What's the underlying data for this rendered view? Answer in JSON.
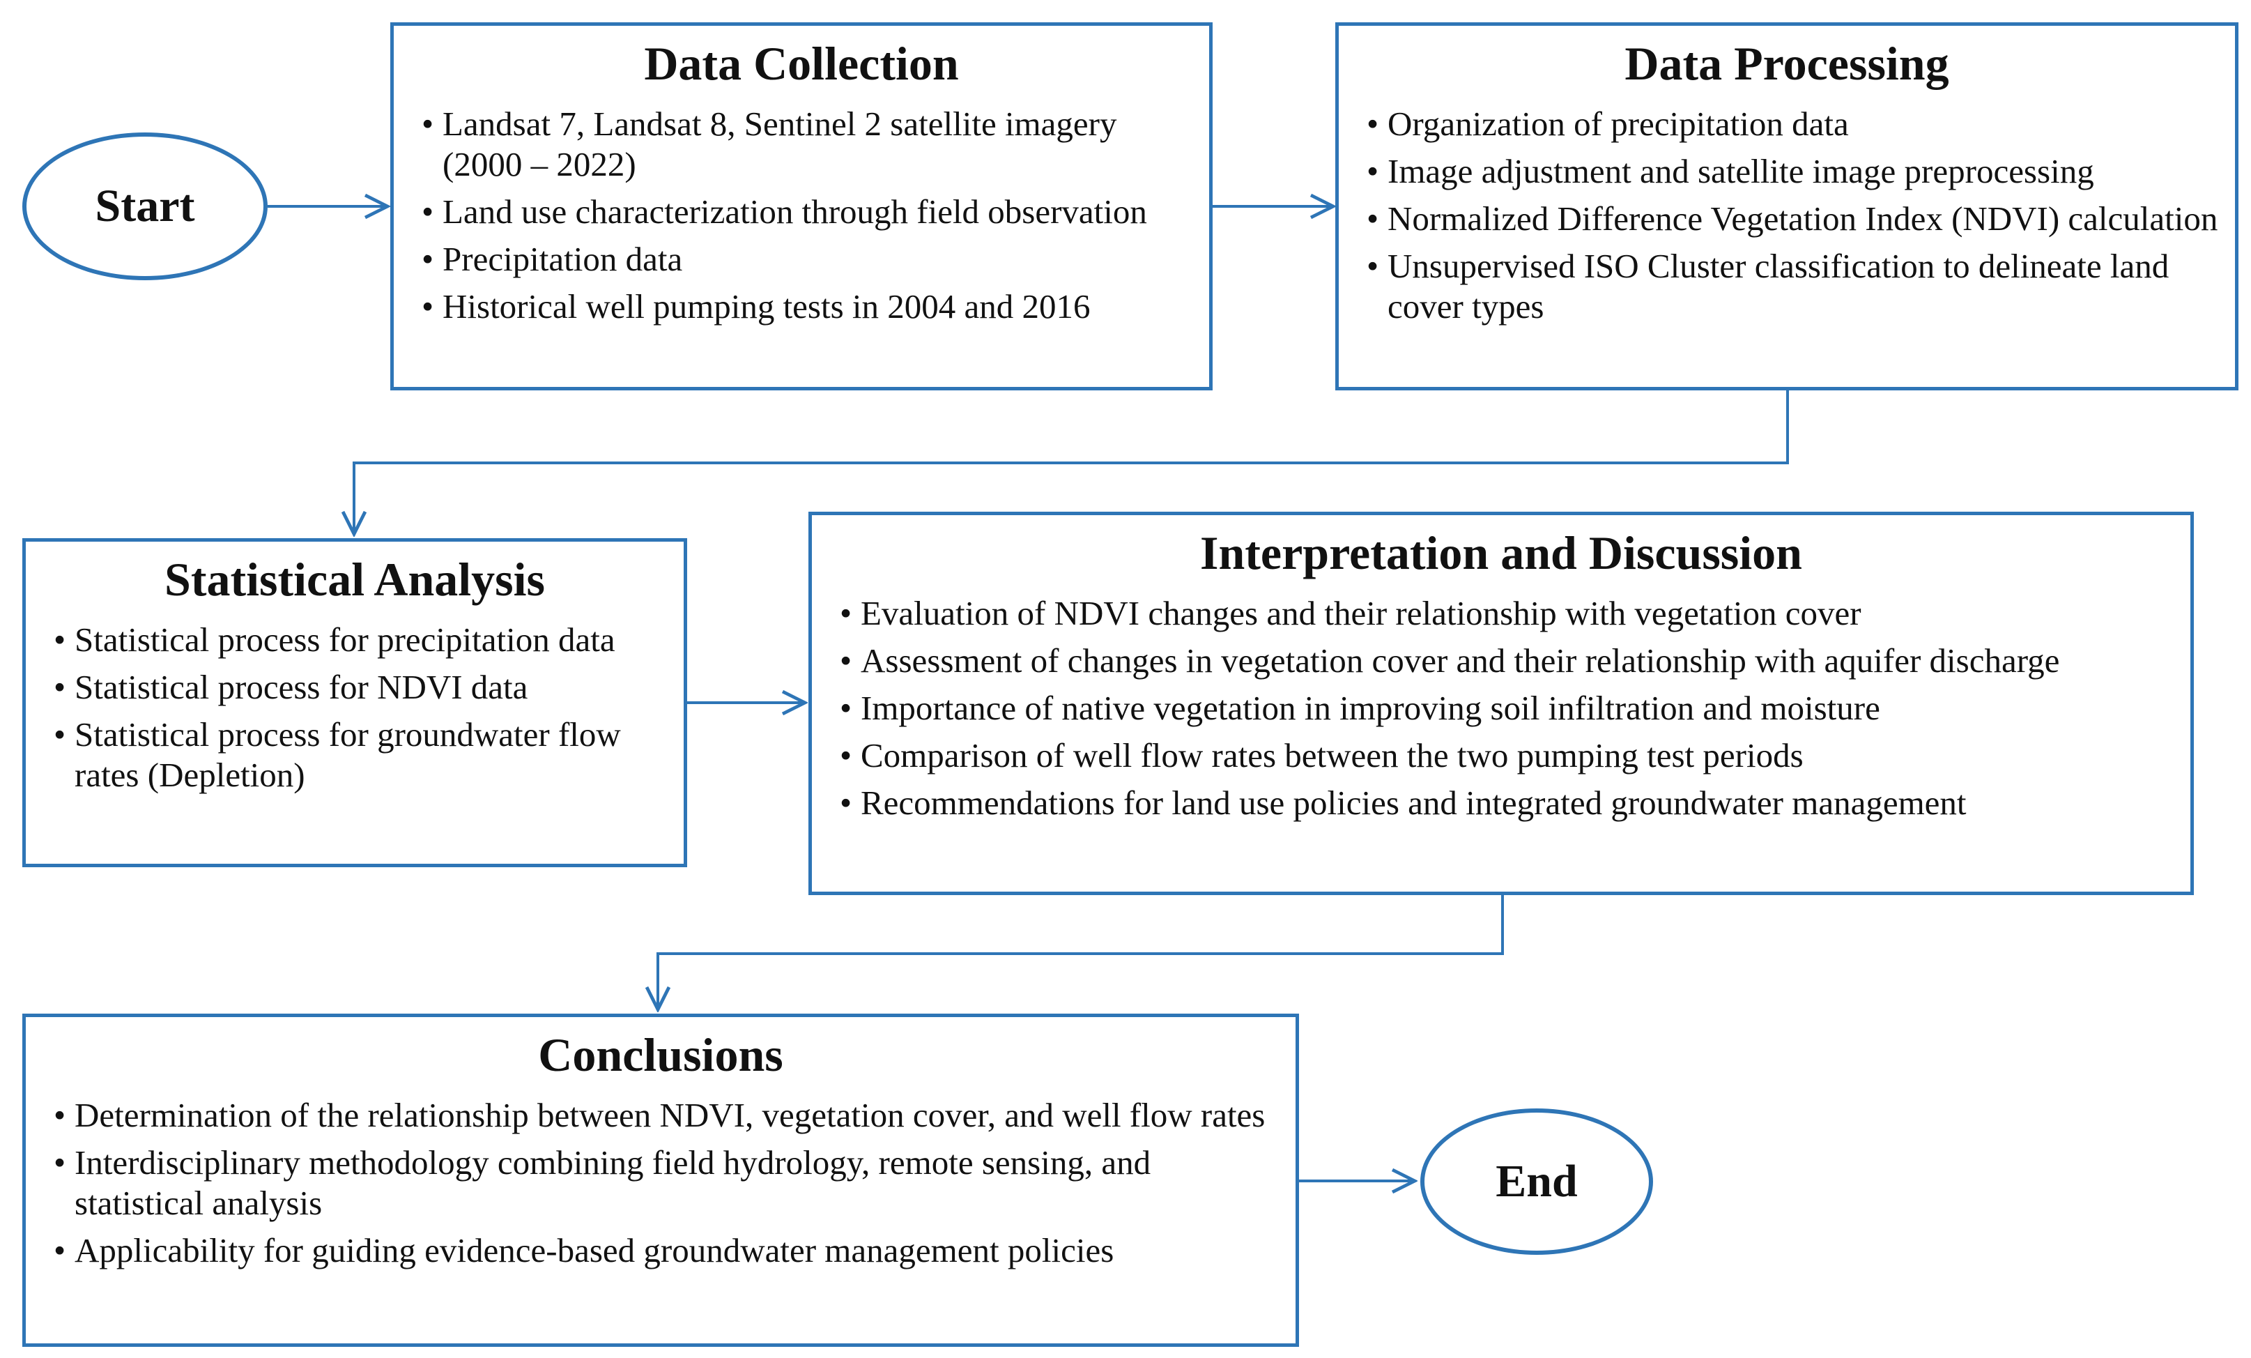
{
  "colors": {
    "accent": "#2e75b6",
    "text": "#111111",
    "background": "#ffffff"
  },
  "start": {
    "label": "Start"
  },
  "end": {
    "label": "End"
  },
  "data_collection": {
    "title": "Data Collection",
    "items": [
      "Landsat 7, Landsat 8, Sentinel 2 satellite imagery (2000 – 2022)",
      "Land use characterization through field observation",
      "Precipitation data",
      "Historical well pumping tests in 2004 and 2016"
    ]
  },
  "data_processing": {
    "title": "Data Processing",
    "items": [
      "Organization of precipitation data",
      "Image adjustment and satellite image preprocessing",
      "Normalized Difference Vegetation Index (NDVI) calculation",
      "Unsupervised ISO Cluster classification to delineate land cover types"
    ]
  },
  "statistical_analysis": {
    "title": "Statistical Analysis",
    "items": [
      "Statistical process for precipitation data",
      "Statistical process for NDVI data",
      "Statistical process for groundwater flow rates (Depletion)"
    ]
  },
  "interpretation": {
    "title": "Interpretation and Discussion",
    "items": [
      "Evaluation of NDVI changes and their relationship with vegetation cover",
      "Assessment of changes in vegetation cover and their relationship with aquifer discharge",
      "Importance of native vegetation in improving soil infiltration and moisture",
      "Comparison of well flow rates between the two pumping test periods",
      "Recommendations for land use policies and integrated groundwater management"
    ]
  },
  "conclusions": {
    "title": "Conclusions",
    "items": [
      "Determination of the relationship between NDVI, vegetation cover, and well flow rates",
      "Interdisciplinary methodology combining field hydrology, remote sensing, and statistical analysis",
      "Applicability for guiding evidence-based groundwater management policies"
    ]
  }
}
